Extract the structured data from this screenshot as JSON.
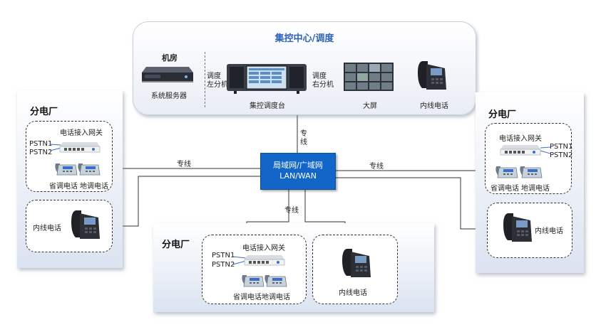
{
  "center": {
    "title": "集控中心/调度",
    "machine_room": "机房",
    "server": "系统服务器",
    "left_sub_1": "调度",
    "left_sub_2": "左分机",
    "right_sub_1": "调度",
    "right_sub_2": "右分机",
    "console": "集控调度台",
    "screen": "大屏",
    "internal_phone": "内线电话"
  },
  "lan": {
    "line1": "局域网/广域网",
    "line2": "LAN/WAN"
  },
  "links": {
    "top": "专线",
    "left": "专线",
    "right": "专线",
    "bottom": "专线"
  },
  "left_plant": {
    "title": "分电厂",
    "gateway": "电话接入网关",
    "pstn1": "PSTN1",
    "pstn2": "PSTN2",
    "prov_phone": "省调电话",
    "local_phone": "地调电话",
    "internal_phone": "内线电话"
  },
  "right_plant": {
    "title": "分电厂",
    "gateway": "电话接入网关",
    "pstn1": "PSTN1",
    "pstn2": "PSTN2",
    "prov_phone": "省调电话",
    "local_phone": "地调电话",
    "internal_phone": "内线电话"
  },
  "bottom_plant": {
    "title": "分电厂",
    "gateway": "电话接入网关",
    "pstn1": "PSTN1",
    "pstn2": "PSTN2",
    "prov_phone": "省调电话",
    "local_phone": "地调电话",
    "internal_phone": "内线电话"
  },
  "icons": [
    "server-icon",
    "console-icon",
    "big-screen-icon",
    "ip-phone-icon",
    "gateway-icon",
    "desk-phone-icon"
  ]
}
